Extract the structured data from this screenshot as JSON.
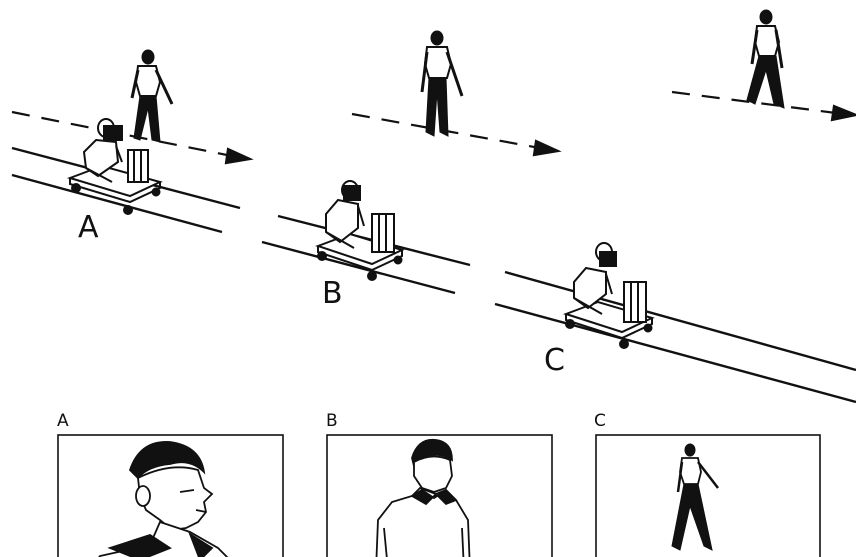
{
  "dolly_positions": [
    {
      "label": "A"
    },
    {
      "label": "B"
    },
    {
      "label": "C"
    }
  ],
  "frames": [
    {
      "label": "A",
      "shot": "close-up"
    },
    {
      "label": "B",
      "shot": "medium"
    },
    {
      "label": "C",
      "shot": "long"
    }
  ],
  "colors": {
    "ink": "#111111",
    "background": "#ffffff"
  }
}
